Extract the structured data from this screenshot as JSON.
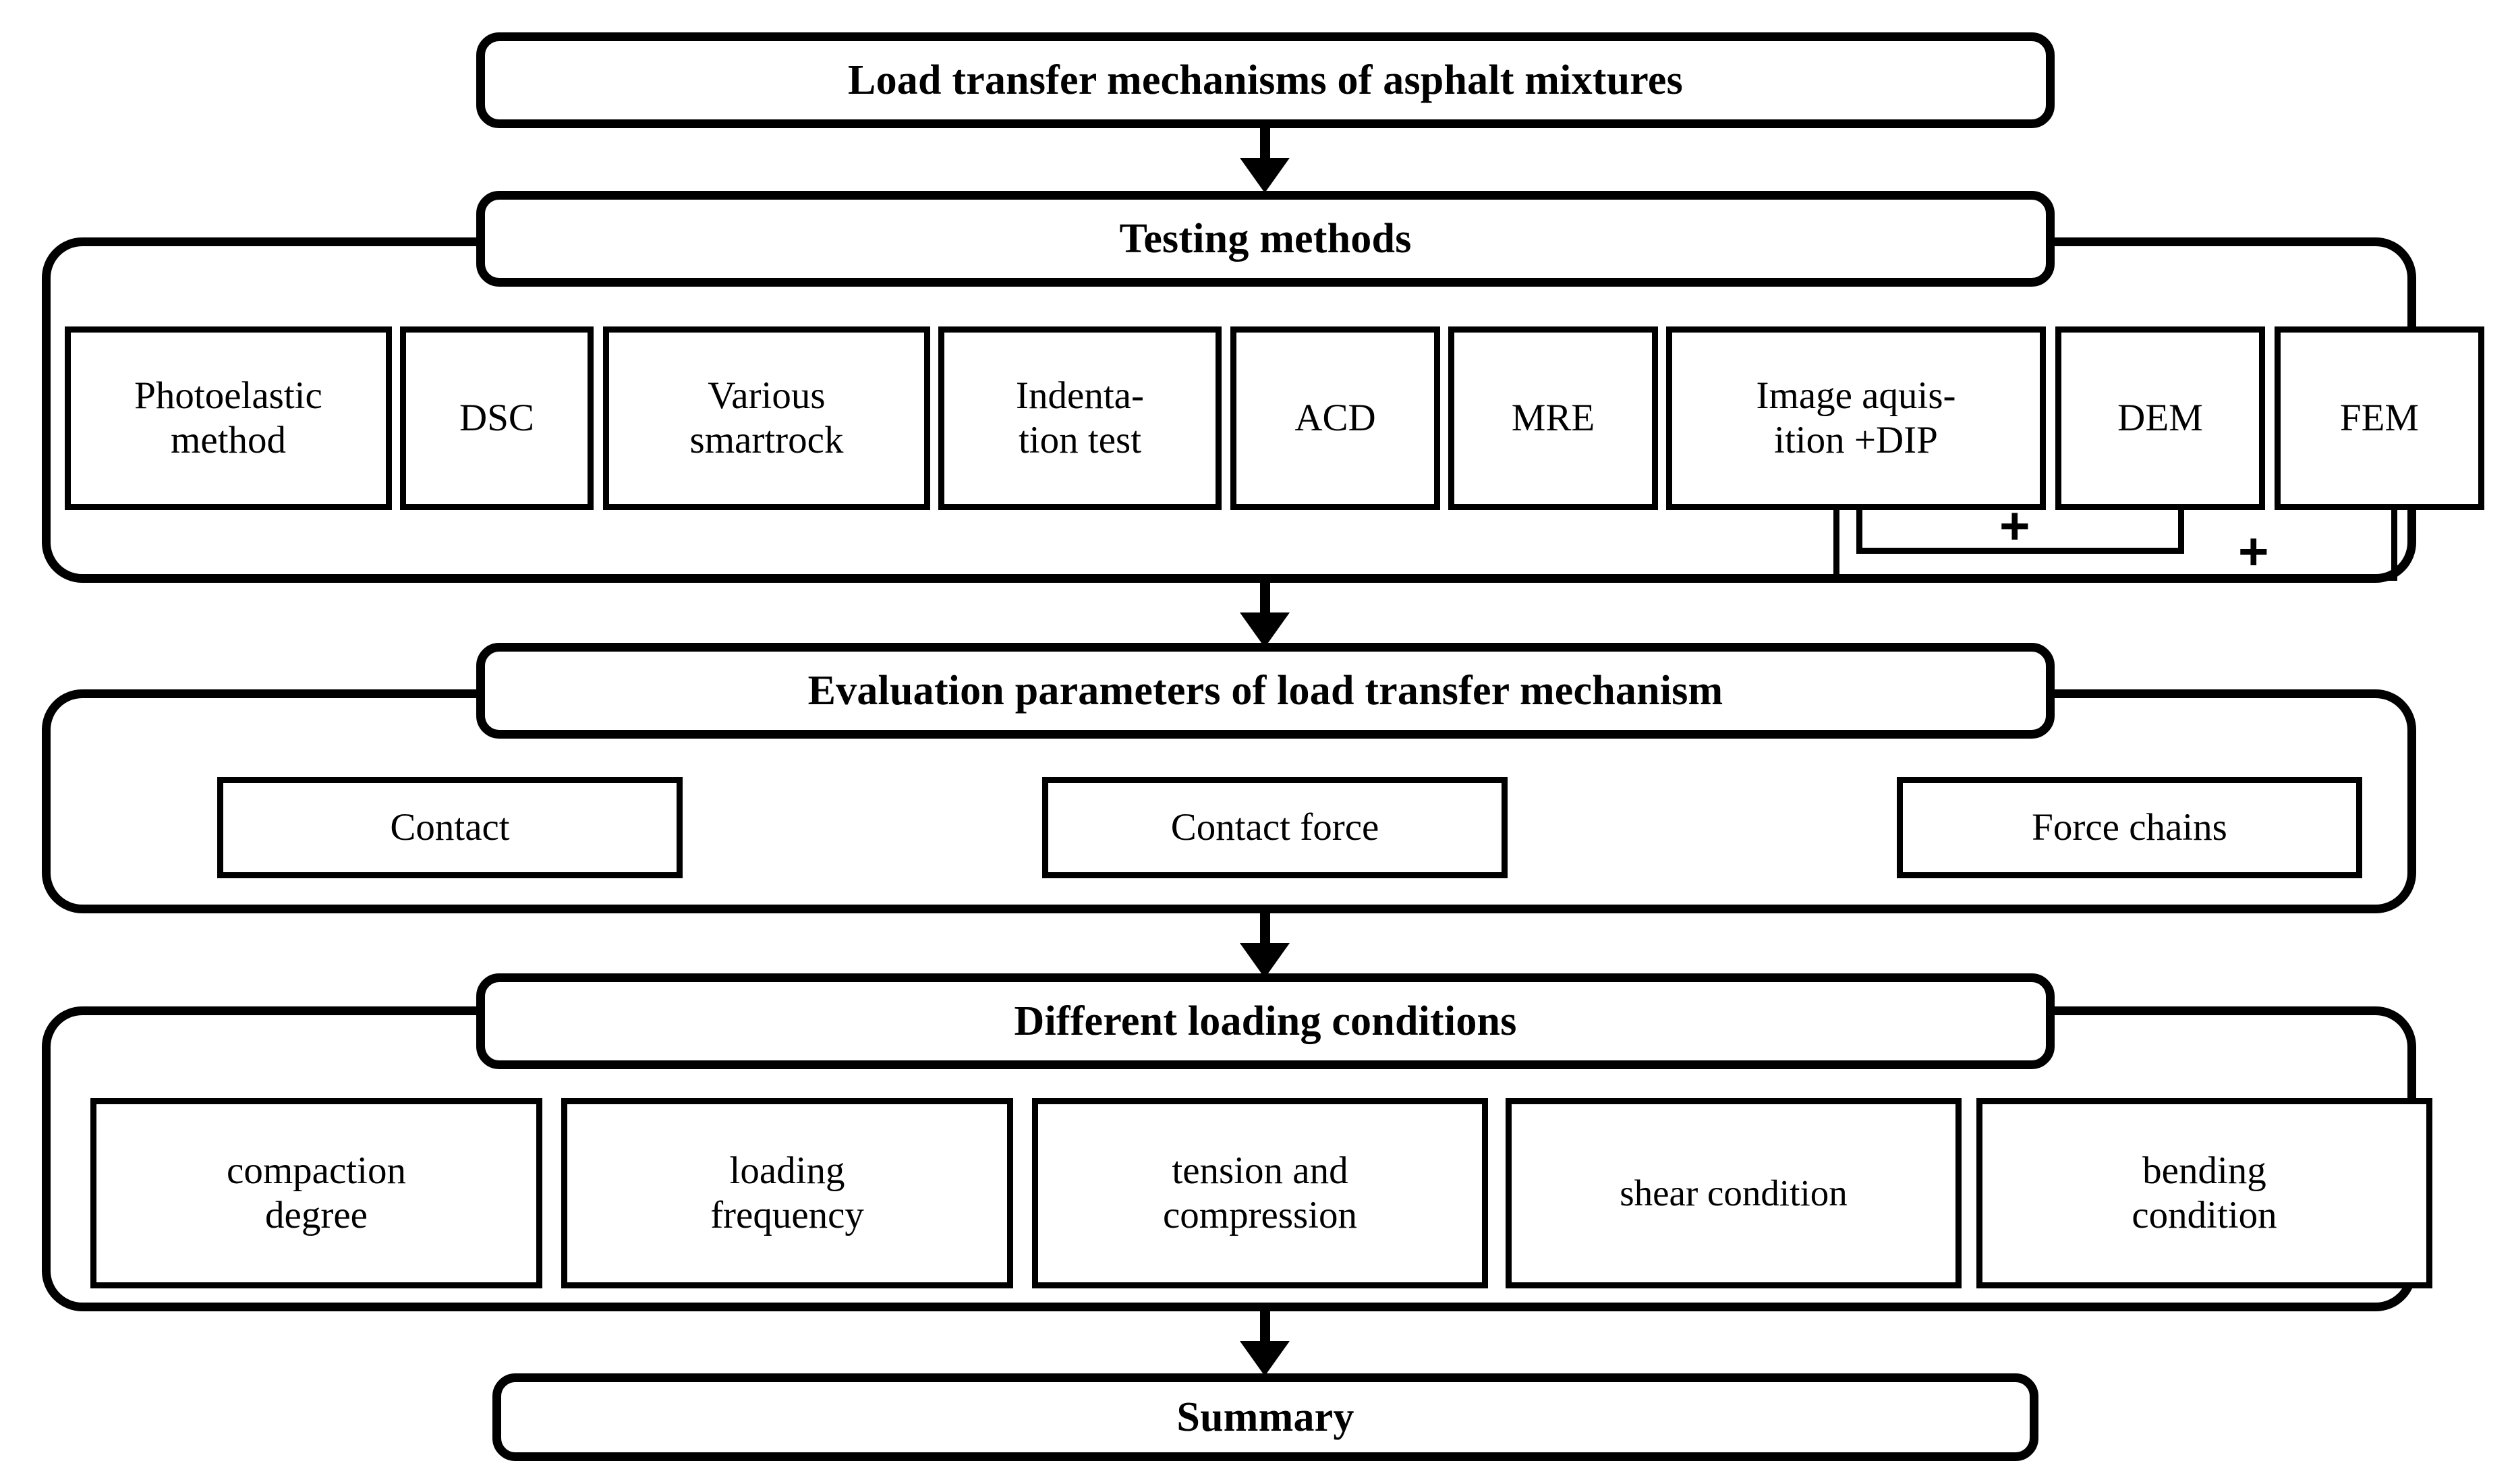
{
  "diagram": {
    "top_node": {
      "label": "Load transfer mechanisms of asphalt mixtures"
    },
    "sections": [
      {
        "key": "testing-methods",
        "title": "Testing methods",
        "items": [
          {
            "label": "Photoelastic method"
          },
          {
            "label": "DSC"
          },
          {
            "label": "Various smartrock"
          },
          {
            "label": "Indenta-tion test"
          },
          {
            "label": "ACD"
          },
          {
            "label": "MRE"
          },
          {
            "label": "Image aquis-ition +DIP"
          },
          {
            "label": "DEM"
          },
          {
            "label": "FEM"
          }
        ],
        "connectors": [
          {
            "label": "+",
            "from": "Image aquisition +DIP",
            "to": "DEM"
          },
          {
            "label": "+",
            "from": "Image aquisition +DIP",
            "to": "FEM"
          }
        ]
      },
      {
        "key": "evaluation-parameters",
        "title": "Evaluation parameters of load transfer mechanism",
        "items": [
          {
            "label": "Contact"
          },
          {
            "label": "Contact force"
          },
          {
            "label": "Force chains"
          }
        ],
        "connectors": []
      },
      {
        "key": "loading-conditions",
        "title": "Different loading conditions",
        "items": [
          {
            "label": "compaction degree"
          },
          {
            "label": "loading frequency"
          },
          {
            "label": "tension and compression"
          },
          {
            "label": "shear condition"
          },
          {
            "label": "bending condition"
          }
        ],
        "connectors": []
      }
    ],
    "bottom_node": {
      "label": "Summary"
    },
    "colors": {
      "line": "#000000",
      "background": "#ffffff",
      "text": "#000000"
    }
  }
}
